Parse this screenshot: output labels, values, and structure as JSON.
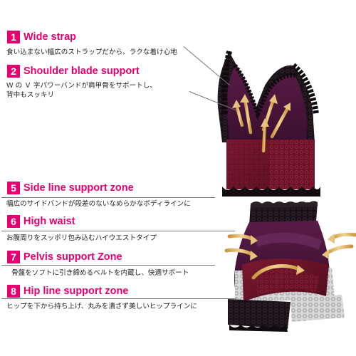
{
  "features": [
    {
      "number": "1",
      "title": "Wide strap",
      "description": "食い込まない幅広のストラップだから、ラクな着け心地"
    },
    {
      "number": "2",
      "title": "Shoulder blade support",
      "description": "Ｗ の Ｖ 字パワーバンドが肩甲骨をサポートし、",
      "description_line2": "背中もスッキリ"
    },
    {
      "number": "5",
      "title": "Side line support zone",
      "description": "幅広のサイドバンドが段差のないなめらかなボディラインに"
    },
    {
      "number": "6",
      "title": "High waist",
      "description": "お腹周りをスッポリ包み込むハイウエストタイプ"
    },
    {
      "number": "7",
      "title": "Pelvis support Zone",
      "description": "骨盤をソフトに引き締めるベルトを内蔵し、快適サポート"
    },
    {
      "number": "8",
      "title": "Hip line support zone",
      "description": "ヒップを下から持ち上げ、丸みを潰さず美しいヒップラインに"
    }
  ],
  "colors": {
    "accent": "#e6006f",
    "fabric_purple": "#4a1638",
    "fabric_wine": "#6e1426",
    "lace_black": "#141014",
    "lace_white": "#ececec",
    "arrow_gold": "#e0b86a"
  }
}
